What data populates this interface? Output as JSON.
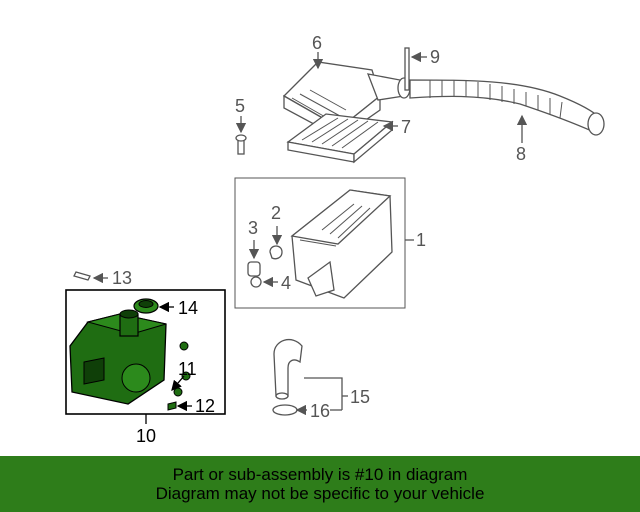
{
  "callouts": {
    "c1": "1",
    "c2": "2",
    "c3": "3",
    "c4": "4",
    "c5": "5",
    "c6": "6",
    "c7": "7",
    "c8": "8",
    "c9": "9",
    "c10": "10",
    "c11": "11",
    "c12": "12",
    "c13": "13",
    "c14": "14",
    "c15": "15",
    "c16": "16"
  },
  "banner": {
    "line1": "Part or sub-assembly is #10 in diagram",
    "line2": "Diagram may not be specific to your vehicle"
  },
  "colors": {
    "highlight_part": "#1f6d12",
    "banner_bg": "#2e7d1a",
    "line_gray": "#555555"
  }
}
